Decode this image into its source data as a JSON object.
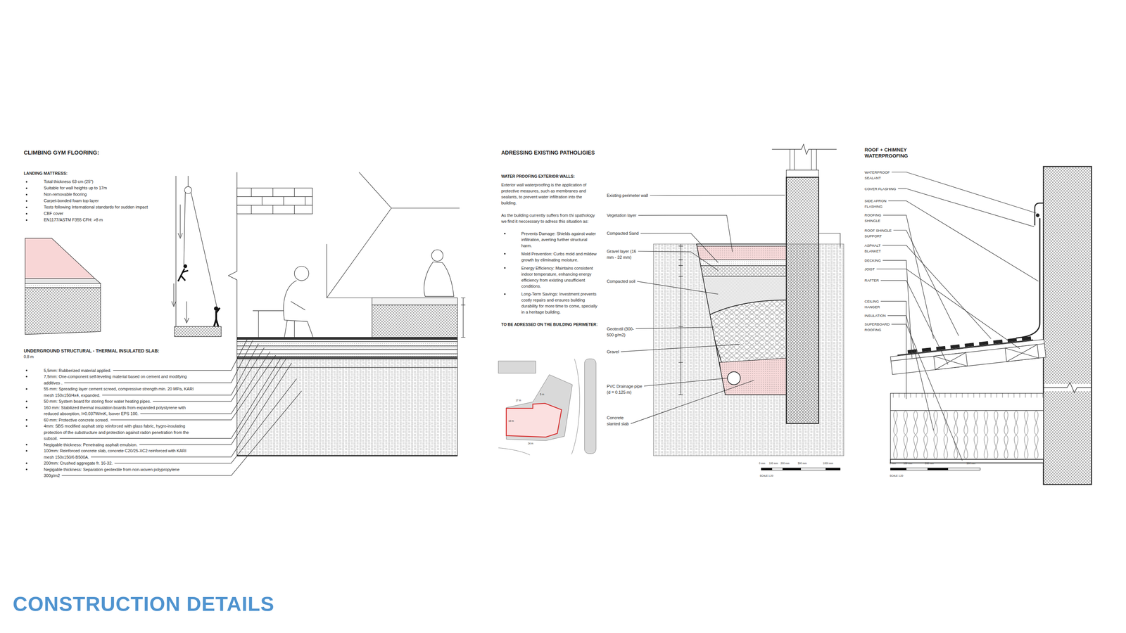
{
  "diagram": {
    "title": "CONSTRUCTION DETAILS",
    "labels": [
      "CLIMBING GYM FLOORING:",
      "LANDING MATTRESS:",
      "Total thickness 63 cm (25\")",
      "Suitable for wall heights up to 17m",
      "Non-removable flooring",
      "Carpet-bonded foam top layer",
      "Tests following International standards for sudden impact",
      "CBF cover",
      "EN1177/ASTM F355 CFH: >8 m",
      "UNDERGROUND STRUCTURAL - THERMAL INSULATED SLAB:",
      "0.8 m",
      "5,5mm: Rubberized material applied.",
      "7,5mm: One-component self-leveling material based on cement and modifying additives .",
      "55 mm: Spreading layer cement screed, compressive strength min. 20 MPa, KARI mesh 150x150/4x4, expanded.",
      "50 mm: System board for storing floor water heating pipes.",
      "160 mm: Stabilized thermal insulation boards from expanded polystyrene with reduced absorption, l=0.037W/mK, Isover EPS 100.",
      "60 mm: Protective concrete screed.",
      "4mm: SBS modified asphalt strip reinforced with glass fabric, hygro-insulating protection of the substructure and protection against radon penetration from the subsoil.",
      "Negigable thickness: Penetrating asphalt emulsion.",
      "100mm: Reinforced concrete slab, concrete C20/25-XC2 reinforced with KARI mesh 150x150/6 B500A.",
      "200mm: Crushed aggregate fr. 16-32.",
      "Negigable thickness: Separation geotextile from non-woven polypropylene 300g/m2",
      "ADRESSING EXISTING PATHOLIGIES",
      "WATER PROOFING EXTERIOR WALLS:",
      "Exterior wall waterproofing is the application of protective measures, such as membranes and sealants, to prevent water infiltration into the building.",
      "As the building currently suffers from thi spathology we find it neccessary to adress this situation as:",
      "Prevents Damage: Shields against water infiltration, averting further structural harm.",
      "Mold Prevention: Curbs mold and mildew growth by eliminating moisture.",
      "Energy Efficiency: Maintains consistent indoor temperature, enhancing energy efficiency from existing unsufficient conditions.",
      "Long-Term Savings: Investment prevents costly repairs and ensures building durability for more time to come, specially in a heritage building.",
      "TO BE ADRESSED ON THE BUILDING PERIMETER:",
      "5 m",
      "17 m",
      "10 m",
      "24 m",
      "Existing perimeter wall",
      "Vegetation layer",
      "Compacted Sand",
      "Gravel layer (16 mm - 32 mm)",
      "Compacted soil",
      "Geotextil (300-500 g/m2)",
      "Gravel",
      "PVC Drainage pipe (d = 0.125 m)",
      "Concrete slanted slab",
      "0 mm",
      "100 mm",
      "200 mm",
      "500 mm",
      "1000 mm",
      "SCALE 1:20",
      "ROOF + CHIMNEY WATERPROOFING",
      "WATERPROOF SEALANT",
      "COVER FLASHING",
      "SIDE APRON FLASHING",
      "ROOFING SHINGLE",
      "ROOF SHINGLE SUPPORT",
      "ASPHALT BLANKET",
      "DECKING",
      "JOIST",
      "RAFTER",
      "CEILING HANGER",
      "INSULATION",
      "SUPERBOARD ROOFING",
      "0 mm",
      "100 mm",
      "200 mm",
      "500 mm",
      "SCALE 1:20"
    ]
  }
}
